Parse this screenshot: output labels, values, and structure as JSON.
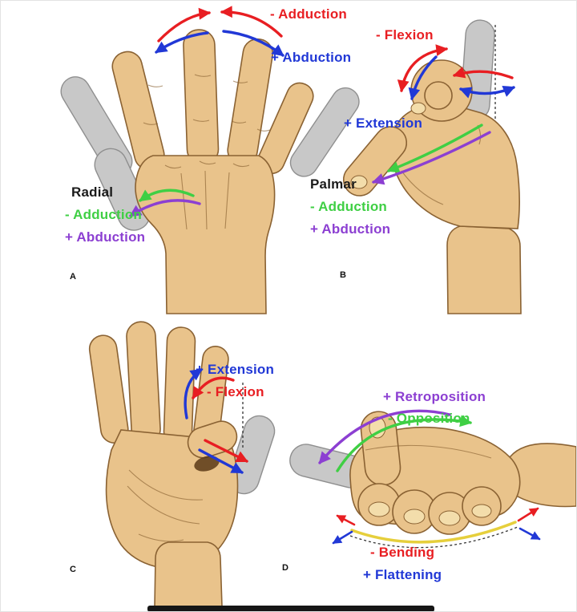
{
  "figure": {
    "description_letters": [
      "A",
      "B",
      "C",
      "D"
    ]
  },
  "colors": {
    "red": "#e81e22",
    "blue": "#2138d6",
    "green": "#3fcf44",
    "purple": "#8c3fd2",
    "black": "#1a1a1a",
    "skin": "#e9c38b",
    "skin_outline": "#8a6233",
    "nail": "#f3ddab",
    "gray": "#c8c8c8",
    "gray_outline": "#8f8f8f",
    "yellow": "#e6cf3c",
    "bar": "#161616"
  },
  "panels": {
    "a": {
      "letter": "A",
      "labels": {
        "adduction_top": "- Adduction",
        "abduction_top": "+ Abduction",
        "title": "Radial",
        "adduction": "- Adduction",
        "abduction": "+ Abduction"
      }
    },
    "b": {
      "letter": "B",
      "labels": {
        "flexion": "- Flexion",
        "extension": "+ Extension",
        "title": "Palmar",
        "adduction": "- Adduction",
        "abduction": "+ Abduction"
      }
    },
    "c": {
      "letter": "C",
      "labels": {
        "extension": "+ Extension",
        "flexion": "- Flexion"
      }
    },
    "d": {
      "letter": "D",
      "labels": {
        "retroposition": "+ Retroposition",
        "opposition": "- Opposition",
        "bending": "- Bending",
        "flattening": "+ Flattening"
      }
    }
  }
}
